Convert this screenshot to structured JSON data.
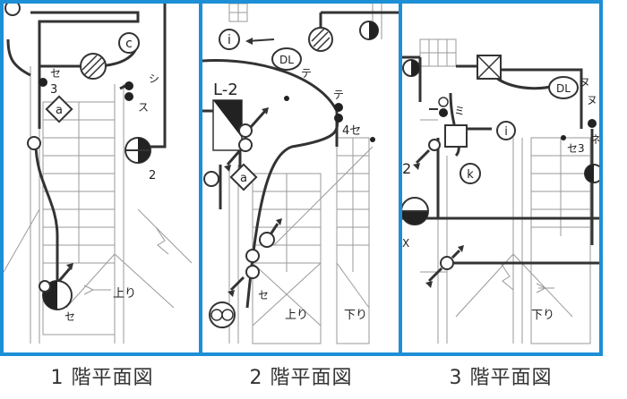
{
  "accent_color": "#1d8fd6",
  "panels": [
    {
      "caption": "1 階平面図",
      "labels": {
        "c": "c",
        "a": "a",
        "se_top": "セ",
        "num3": "3",
        "shi": "シ",
        "su": "ス",
        "num2": "2",
        "agari": "上り",
        "se_bottom": "セ"
      }
    },
    {
      "caption": "2 階平面図",
      "labels": {
        "i": "i",
        "dl": "DL",
        "te1": "テ",
        "l2": "L-2",
        "te2": "テ",
        "se4": "4セ",
        "a": "a",
        "se": "セ",
        "agari": "上り",
        "kudari": "下り"
      }
    },
    {
      "caption": "3 階平面図",
      "labels": {
        "dl": "DL",
        "nu1": "ヌ",
        "nu2": "ヌ",
        "ne": "ネ",
        "mi": "ミ",
        "i": "i",
        "se3": "セ3",
        "k": "k",
        "num2": "2",
        "x": "X",
        "kudari": "下り"
      }
    }
  ]
}
